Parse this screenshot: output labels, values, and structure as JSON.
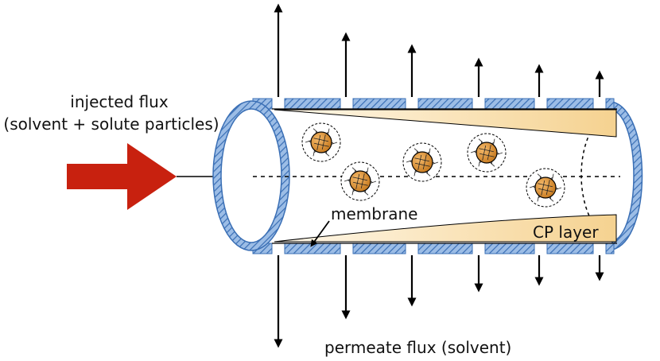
{
  "labels": {
    "injected_line1": "injected flux",
    "injected_line2": "(solvent + solute particles)",
    "membrane": "membrane",
    "cp_layer": "CP layer",
    "permeate": "permeate flux (solvent)"
  },
  "colors": {
    "membrane_blue": "#7ea7d8",
    "membrane_stroke": "#3a6fb5",
    "inlet_arrow": "#c8210f",
    "cp_layer_fill_light": "#fff6e3",
    "cp_layer_fill_dark": "#f6d79c",
    "particle": "#d28a2c"
  },
  "icons": {
    "inlet": "big-red-arrow-icon",
    "outflow": "up-down-arrow-icon",
    "solute": "solute-particle-icon"
  }
}
